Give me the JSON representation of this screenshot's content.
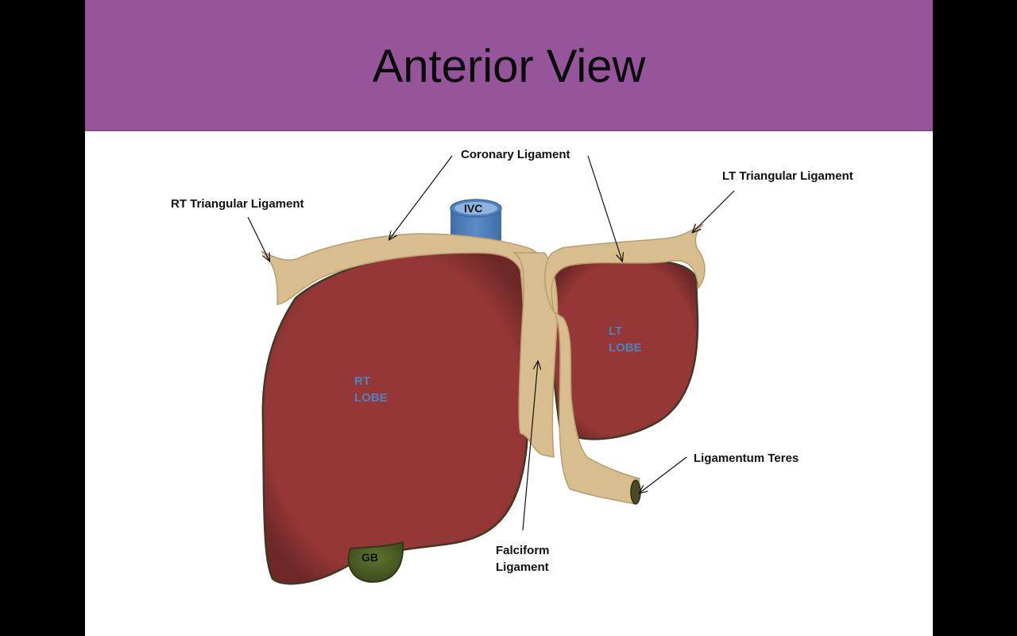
{
  "slide": {
    "title": "Anterior View",
    "background_color": "#ffffff",
    "title_bar_color": "#96549a"
  },
  "diagram": {
    "labels": {
      "coronary_ligament": "Coronary Ligament",
      "rt_triangular_ligament": "RT Triangular Ligament",
      "lt_triangular_ligament": "LT Triangular Ligament",
      "ivc": "IVC",
      "rt_lobe_line1": "RT",
      "rt_lobe_line2": "LOBE",
      "lt_lobe_line1": "LT",
      "lt_lobe_line2": "LOBE",
      "ligamentum_teres": "Ligamentum Teres",
      "falciform_line1": "Falciform",
      "falciform_line2": "Ligament",
      "gb": "GB"
    },
    "colors": {
      "liver": "#963737",
      "liver_outline": "#3f3a22",
      "ligament": "#d8bd8e",
      "ligament_outline": "#b99d6e",
      "ivc": "#4f81bd",
      "gallbladder": "#4f6228",
      "lobe_text": "#4f81bd"
    }
  }
}
